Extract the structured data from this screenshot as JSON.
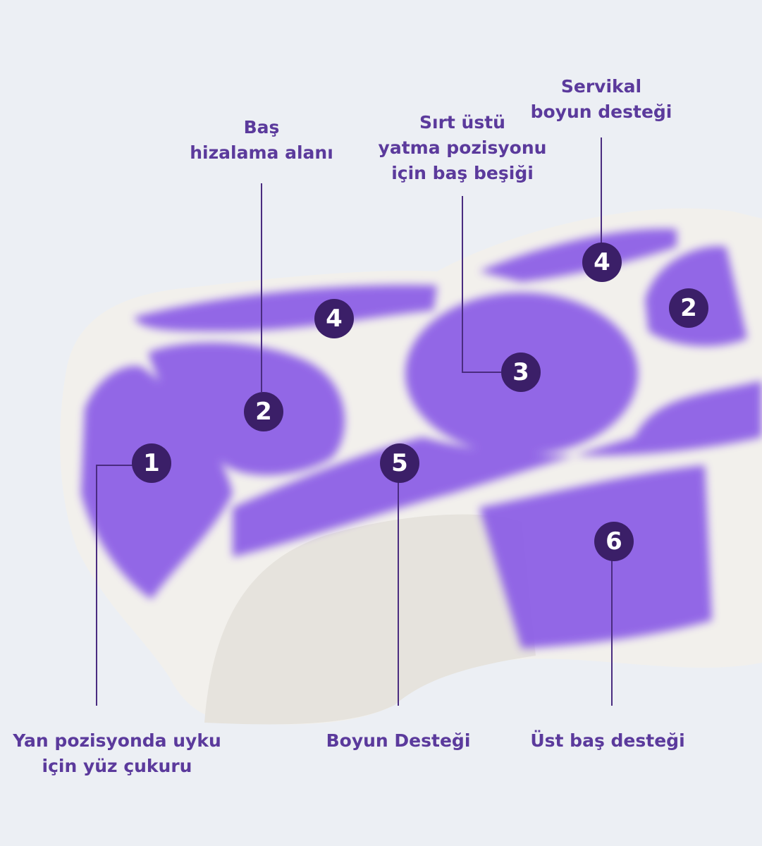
{
  "colors": {
    "background": "#eceff4",
    "label_text": "#5b3a9c",
    "badge": "#3b1f68",
    "zone_purple": "#8a5ce6",
    "pillow_white": "#f2f0ec"
  },
  "labels": {
    "head_alignment": [
      "Baş",
      "hizalama alanı"
    ],
    "back_cradle": [
      "Sırt üstü",
      "yatma pozisyonu",
      "için baş beşiği"
    ],
    "cervical": [
      "Servikal",
      "boyun desteği"
    ],
    "side_face": [
      "Yan pozisyonda uyku",
      "için yüz çukuru"
    ],
    "neck": [
      "Boyun Desteği"
    ],
    "top_head": [
      "Üst baş desteği"
    ]
  },
  "badges": [
    "1",
    "2",
    "4",
    "5",
    "3",
    "4",
    "2",
    "6"
  ]
}
